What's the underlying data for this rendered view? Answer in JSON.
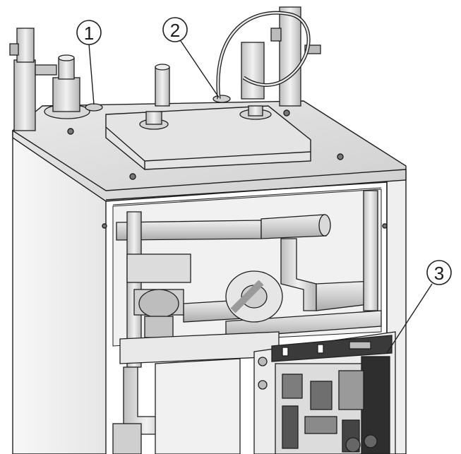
{
  "callouts": [
    {
      "label": "1"
    },
    {
      "label": "2"
    },
    {
      "label": "3"
    }
  ],
  "palette": {
    "line": "#1f1f1f",
    "panel_light": "#f4f4f4",
    "panel_mid": "#e2e2e2",
    "panel_dark": "#c9c9c9",
    "pipe": "#d6d6d6",
    "board_dark": "#3a3a3a",
    "board_mid": "#8a8a8a"
  }
}
